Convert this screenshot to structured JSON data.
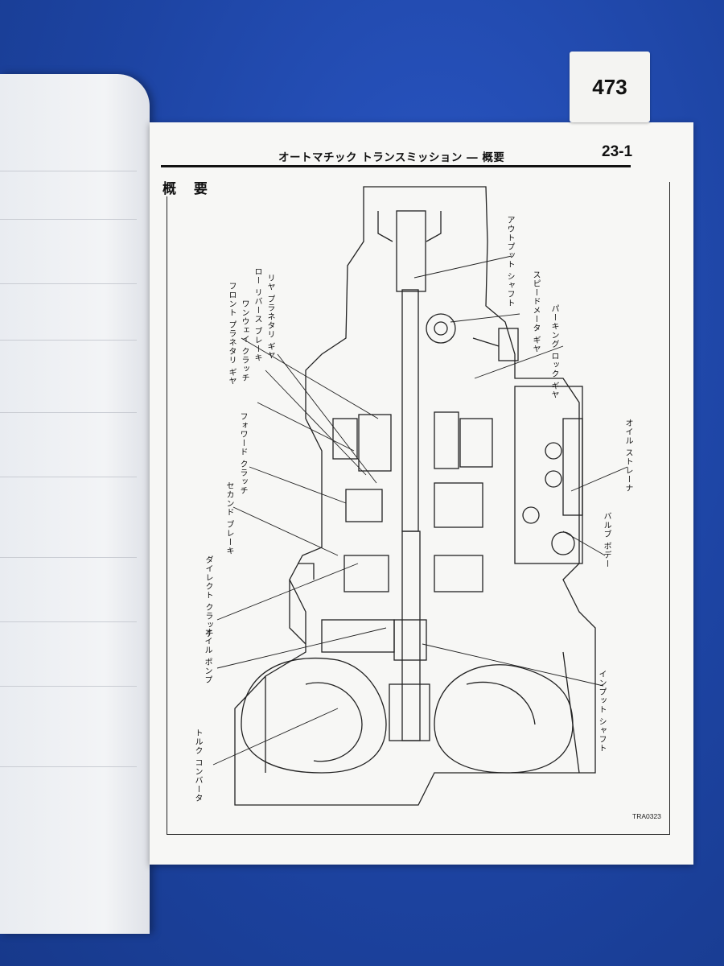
{
  "tag_number": "473",
  "header": {
    "title": "オートマチック トランスミッション ― 概要",
    "page_number": "23-1"
  },
  "section_title": "概 要",
  "figure_code": "TRA0323",
  "labels": {
    "output_shaft": "アウトプット シャフト",
    "speedometer_gear": "スピードメータ ギヤ",
    "parking_lock_gear": "パーキング ロック ギヤ",
    "oil_strainer": "オイル ストレーナ",
    "valve_body": "バルブ ボデー",
    "input_shaft": "インプット シャフト",
    "front_planetary_gear": "フロント プラネタリ ギヤ",
    "one_way_clutch": "ワンウェイ クラッチ",
    "low_reverse_brake": "ロー リバース ブレーキ",
    "rear_planetary_gear": "リヤ プラネタリ ギヤ",
    "forward_clutch": "フォワード クラッチ",
    "second_brake": "セカンド ブレーキ",
    "direct_clutch": "ダイレクト クラッチ",
    "oil_pump": "オイル ポンプ",
    "torque_converter": "トルク コンバータ"
  }
}
